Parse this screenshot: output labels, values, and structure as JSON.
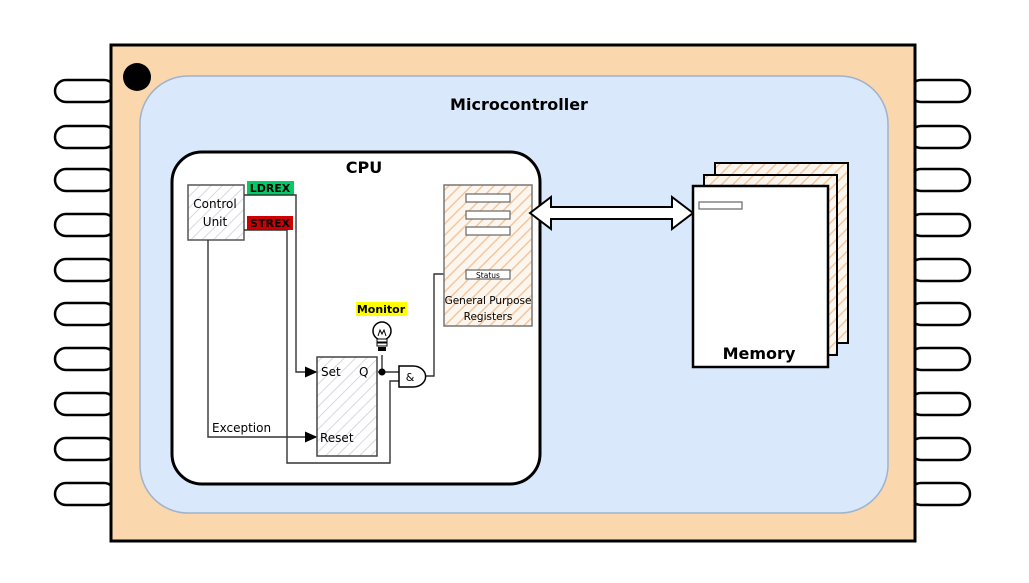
{
  "title": "Microcontroller",
  "cpu": {
    "title": "CPU",
    "control_unit": {
      "line1": "Control",
      "line2": "Unit"
    },
    "ldrex": "LDREX",
    "strex": "STREX",
    "monitor": "Monitor",
    "flipflop": {
      "set": "Set",
      "q": "Q",
      "reset": "Reset"
    },
    "and_gate": "&",
    "exception": "Exception",
    "registers": {
      "status": "Status",
      "line1": "General Purpose",
      "line2": "Registers"
    }
  },
  "memory": {
    "label": "Memory"
  },
  "colors": {
    "chip_body": "#fad7ac",
    "die": "#dae8fc",
    "ldrex": "#00cc66",
    "strex": "#cc0000",
    "monitor": "#ffff00",
    "memory_hatch": "#f7c9a0"
  }
}
